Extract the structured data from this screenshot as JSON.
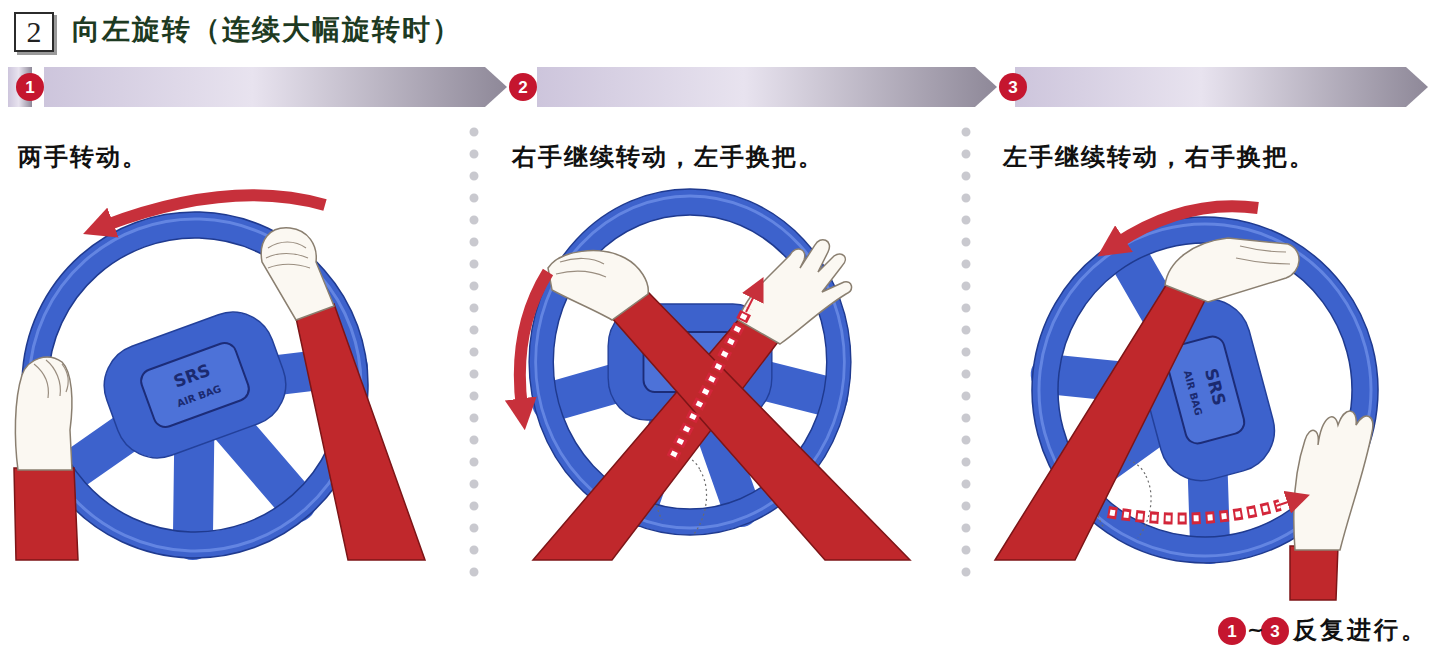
{
  "diagram": {
    "title": "向左旋转（连续大幅旋转时）",
    "nodes": [
      {
        "text": [
          "2"
        ]
      },
      {
        "text": [
          "1"
        ]
      },
      {
        "text": [
          "2"
        ]
      },
      {
        "text": [
          "3"
        ]
      },
      {
        "text": [
          "1"
        ]
      },
      {
        "text": [
          "3"
        ]
      }
    ],
    "edges": [
      {
        "from": 1,
        "to": 2,
        "arrow": "to"
      },
      {
        "from": 2,
        "to": 3,
        "arrow": "to"
      }
    ],
    "labels": [
      "两手转动。",
      "SRS",
      "AIR BAG",
      "右手继续转动，左手换把。",
      "左手继续转动，右手换把。",
      "SRS",
      "AIR BAG",
      "~",
      "反复进行。"
    ]
  }
}
